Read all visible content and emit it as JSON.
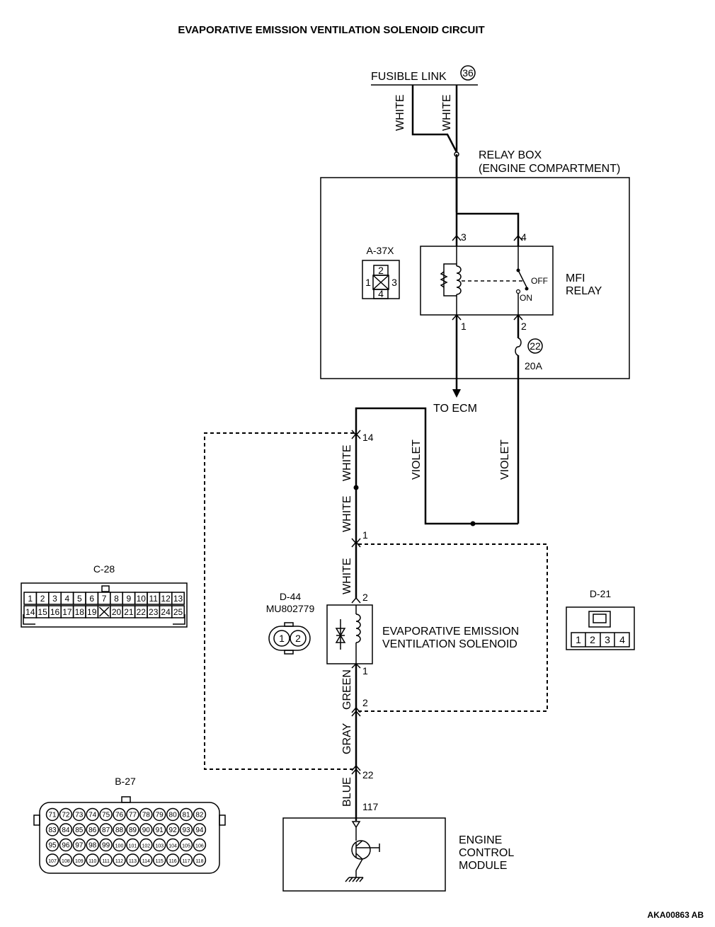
{
  "title": "EVAPORATIVE EMISSION VENTILATION SOLENOID CIRCUIT",
  "fusible_link": {
    "label": "FUSIBLE LINK",
    "number": "36"
  },
  "wire_colors": {
    "white_left": "WHITE",
    "white_right": "WHITE",
    "white_14": "WHITE",
    "white_mid": "WHITE",
    "white_1": "WHITE",
    "violet_left": "VIOLET",
    "violet_right": "VIOLET",
    "green": "GREEN",
    "gray": "GRAY",
    "blue": "BLUE"
  },
  "relay_box": {
    "line1": "RELAY BOX",
    "line2": "(ENGINE COMPARTMENT)"
  },
  "mfi_relay": {
    "line1": "MFI",
    "line2": "RELAY",
    "pin3": "3",
    "pin4": "4",
    "pin1": "1",
    "pin2": "2",
    "off": "OFF",
    "on": "ON"
  },
  "fuse": {
    "number": "22",
    "rating": "20A"
  },
  "to_ecm": "TO ECM",
  "connector_a37x": {
    "label": "A-37X",
    "pins": [
      "1",
      "2",
      "3",
      "4"
    ]
  },
  "pins": {
    "p14": "14",
    "p1_top": "1",
    "p2_top": "2",
    "p1_bottom": "1",
    "p2_bottom": "2",
    "p22": "22",
    "p117": "117"
  },
  "connector_c28": {
    "label": "C-28",
    "row1": [
      "1",
      "2",
      "3",
      "4",
      "5",
      "6",
      "7",
      "8",
      "9",
      "10",
      "11",
      "12",
      "13"
    ],
    "row2": [
      "14",
      "15",
      "16",
      "17",
      "18",
      "19",
      "",
      "20",
      "21",
      "22",
      "23",
      "24",
      "25"
    ]
  },
  "connector_d44": {
    "label": "D-44",
    "part": "MU802779",
    "pins": [
      "1",
      "2"
    ]
  },
  "solenoid": {
    "line1": "EVAPORATIVE EMISSION",
    "line2": "VENTILATION SOLENOID"
  },
  "connector_d21": {
    "label": "D-21",
    "pins": [
      "1",
      "2",
      "3",
      "4"
    ]
  },
  "connector_b27": {
    "label": "B-27",
    "rows": [
      [
        "71",
        "72",
        "73",
        "74",
        "75",
        "76",
        "77",
        "78",
        "79",
        "80",
        "81",
        "82"
      ],
      [
        "83",
        "84",
        "85",
        "86",
        "87",
        "88",
        "89",
        "90",
        "91",
        "92",
        "93",
        "94"
      ],
      [
        "95",
        "96",
        "97",
        "98",
        "99",
        "100",
        "101",
        "102",
        "103",
        "104",
        "105",
        "106"
      ],
      [
        "107",
        "108",
        "109",
        "110",
        "111",
        "112",
        "113",
        "114",
        "115",
        "116",
        "117",
        "118"
      ]
    ]
  },
  "ecm": {
    "line1": "ENGINE",
    "line2": "CONTROL",
    "line3": "MODULE"
  },
  "figure_id": "AKA00863 AB"
}
